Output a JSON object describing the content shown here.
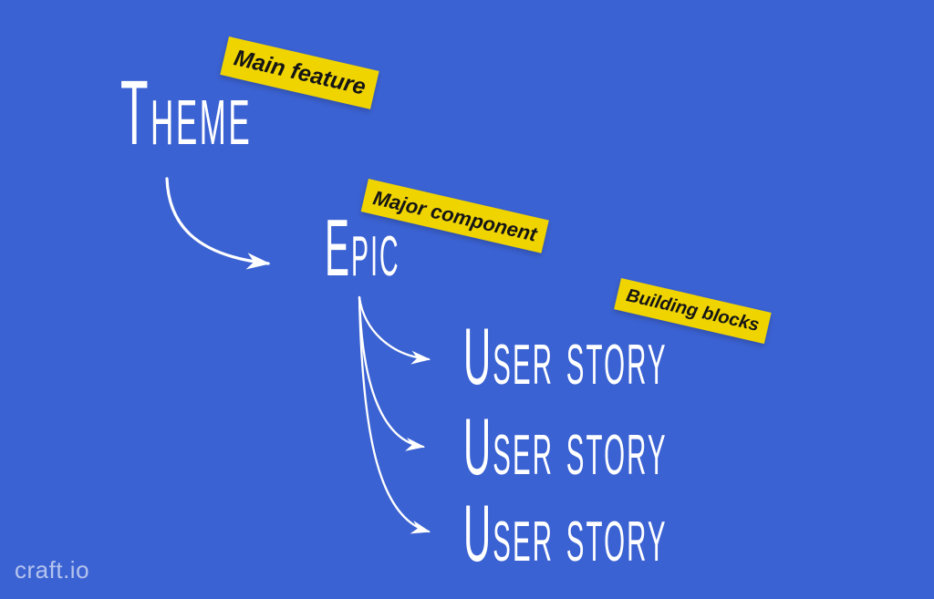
{
  "diagram": {
    "title_implicit": "Product hierarchy",
    "background_color": "#3b62d2",
    "stroke_color": "#ffffff",
    "tag_background_color": "#f0d400",
    "tag_text_color": "#151515",
    "nodes": [
      {
        "id": "theme",
        "label": "Theme"
      },
      {
        "id": "epic",
        "label": "Epic"
      },
      {
        "id": "user-story-1",
        "label": "User story"
      },
      {
        "id": "user-story-2",
        "label": "User story"
      },
      {
        "id": "user-story-3",
        "label": "User story"
      }
    ],
    "tags": [
      {
        "id": "main-feature",
        "label": "Main feature",
        "near_node": "theme"
      },
      {
        "id": "major-component",
        "label": "Major component",
        "near_node": "epic"
      },
      {
        "id": "building-blocks",
        "label": "Building blocks",
        "near_node": "user-story-1"
      }
    ],
    "connections": [
      {
        "from": "theme",
        "to": "epic"
      },
      {
        "from": "epic",
        "to": "user-story-1"
      },
      {
        "from": "epic",
        "to": "user-story-2"
      },
      {
        "from": "epic",
        "to": "user-story-3"
      }
    ],
    "watermark": "craft.io"
  }
}
